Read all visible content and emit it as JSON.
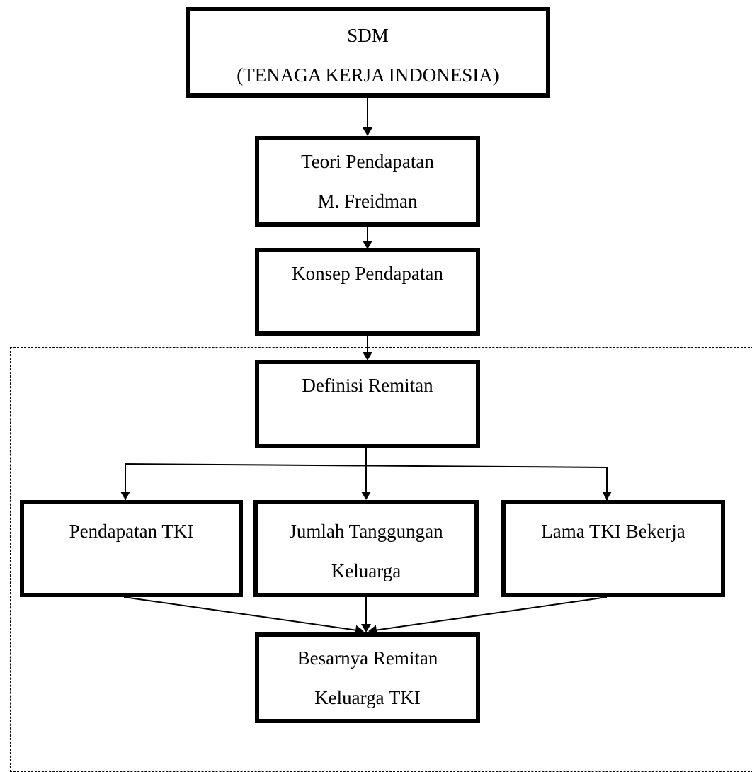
{
  "boxes": {
    "sdm": {
      "line1": "SDM",
      "line2": "(TENAGA KERJA INDONESIA)"
    },
    "teori": {
      "line1": "Teori Pendapatan",
      "line2": "M. Freidman"
    },
    "konsep": {
      "line1": "Konsep Pendapatan"
    },
    "definisi": {
      "line1": "Definisi Remitan"
    },
    "pendapatan_tki": {
      "line1": "Pendapatan TKI"
    },
    "jumlah": {
      "line1": "Jumlah Tanggungan",
      "line2": "Keluarga"
    },
    "lama": {
      "line1": "Lama TKI Bekerja"
    },
    "besarnya": {
      "line1": "Besarnya Remitan",
      "line2": "Keluarga TKI"
    }
  },
  "colors": {
    "stroke": "#000000",
    "background": "#ffffff"
  }
}
